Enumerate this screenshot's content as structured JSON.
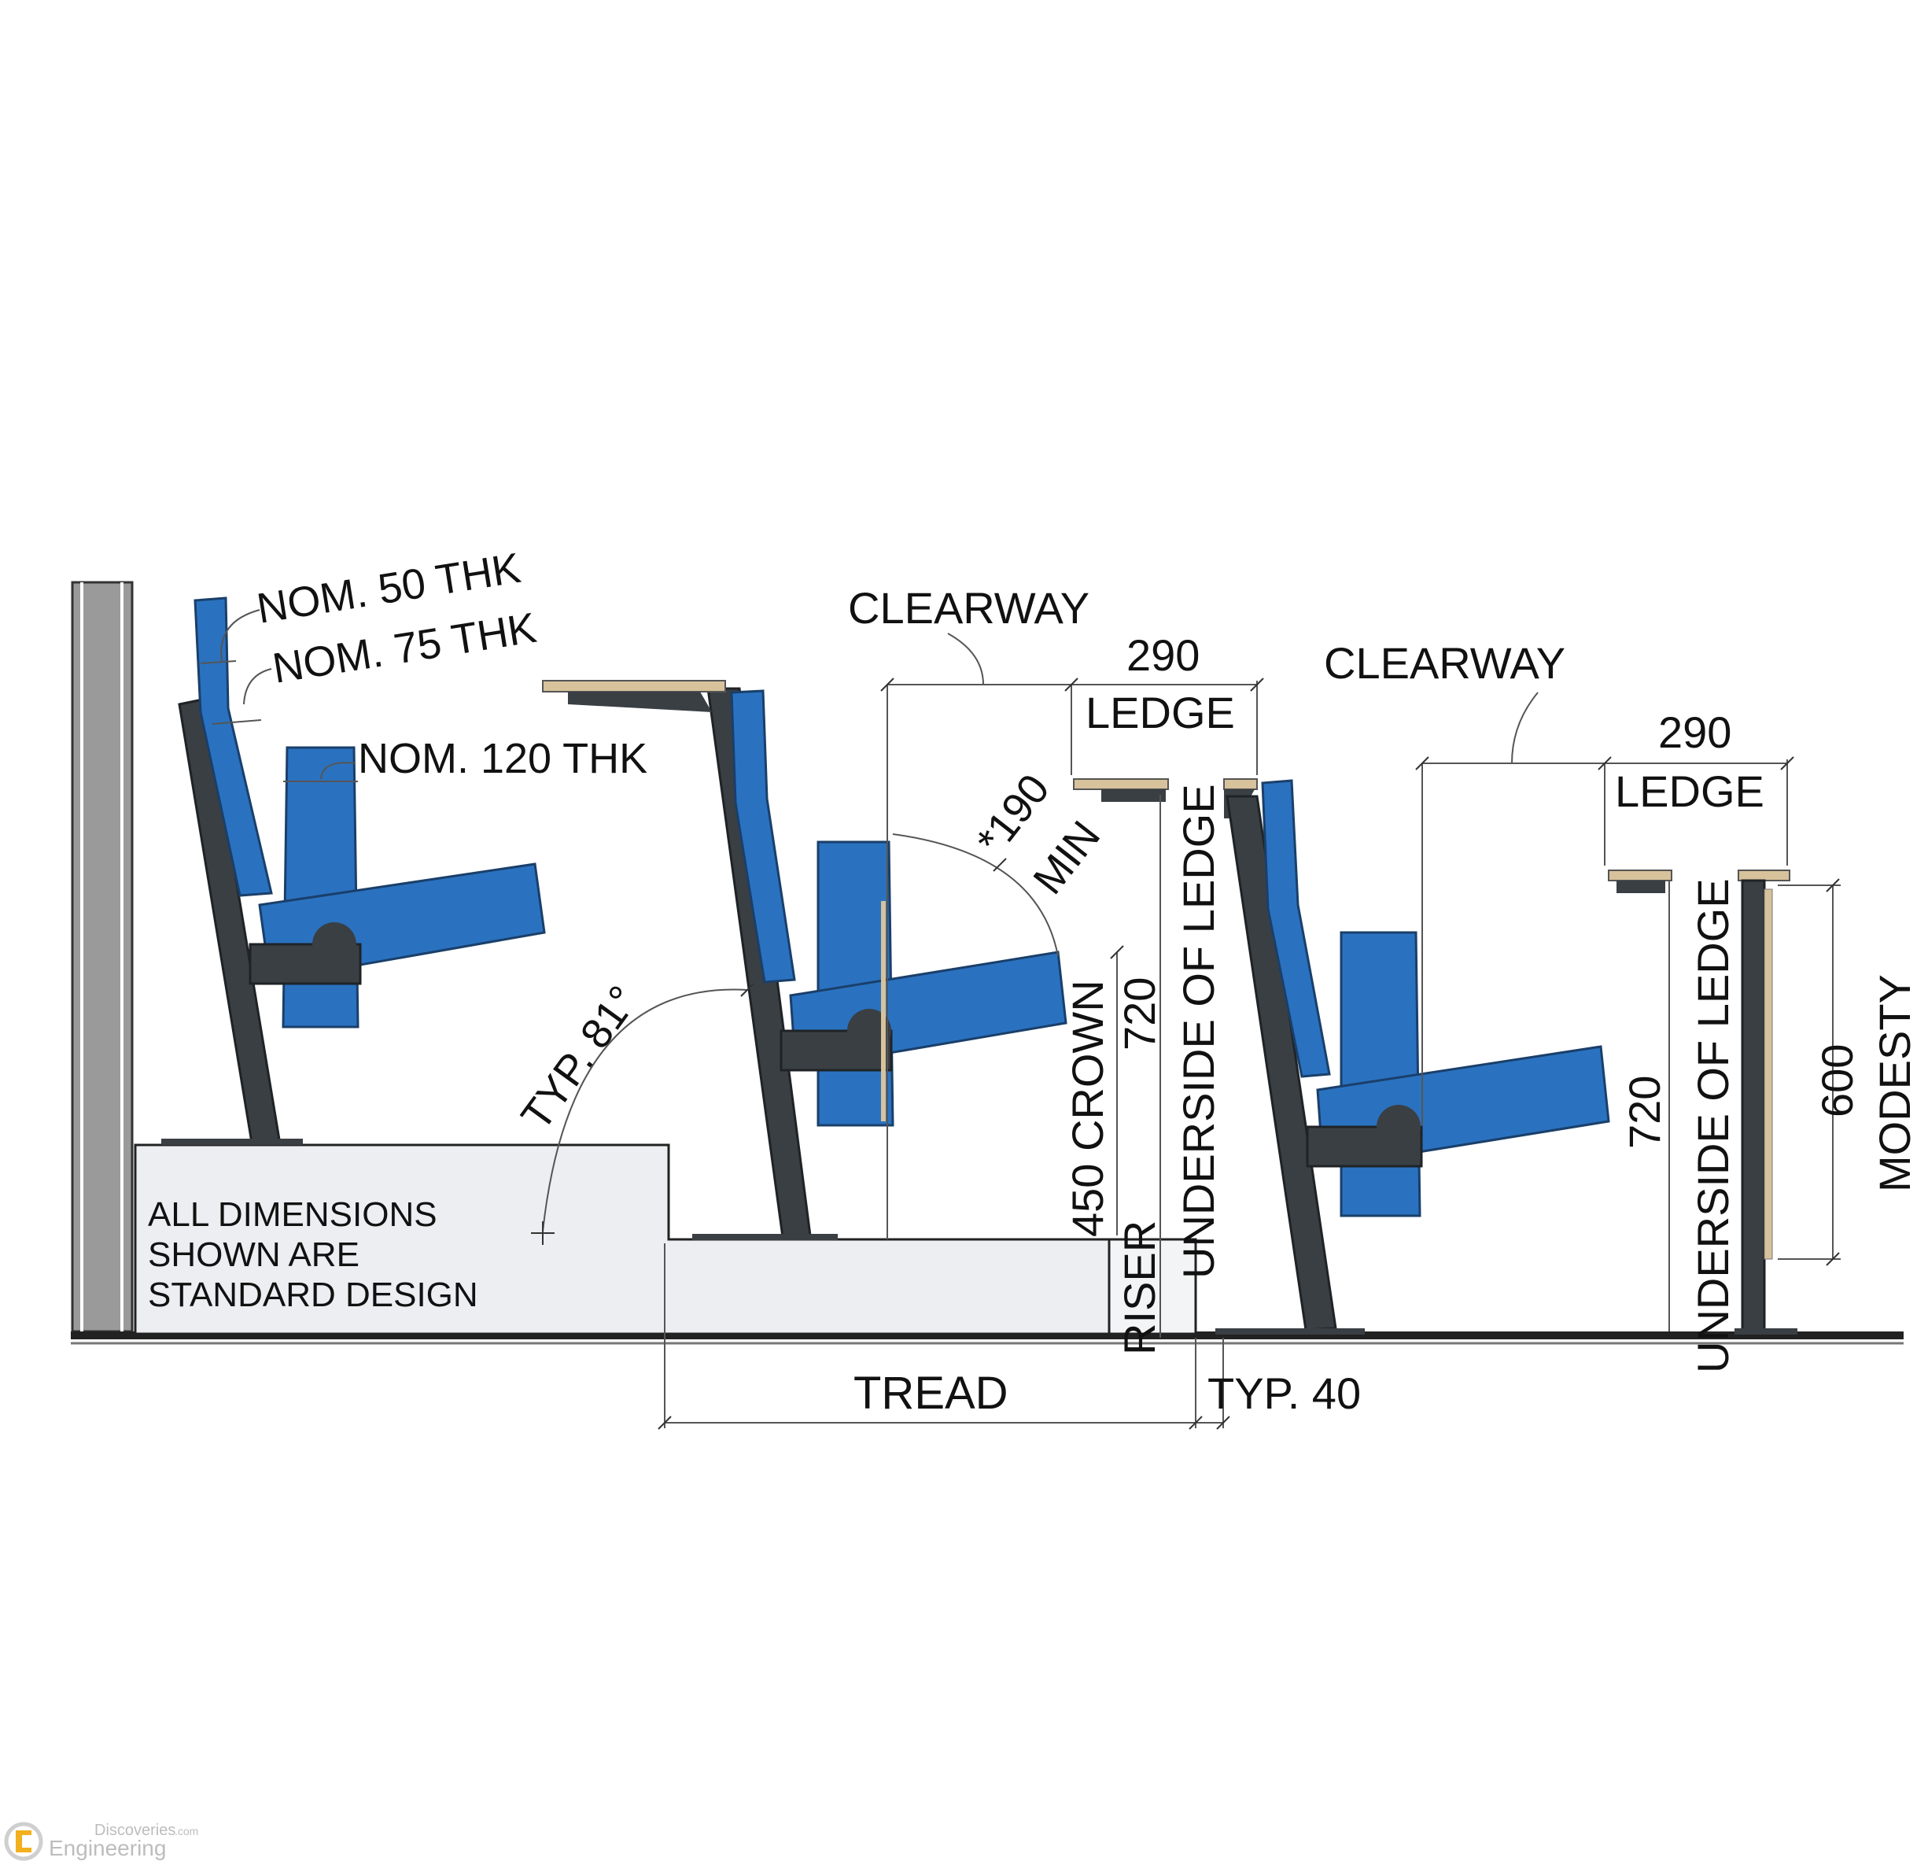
{
  "labels": {
    "nom50": "NOM. 50 THK",
    "nom75": "NOM. 75 THK",
    "nom120": "NOM. 120 THK",
    "clearway1": "CLEARWAY",
    "clearway2": "CLEARWAY",
    "w290_1": "290",
    "ledge1": "LEDGE",
    "w290_2": "290",
    "ledge2": "LEDGE",
    "min190_a": "*190",
    "min190_b": "MIN",
    "typ81": "TYP. 81°",
    "crown450": "450 CROWN",
    "h720_1": "720",
    "underside1": "UNDERSIDE OF LEDGE",
    "riser": "RISER",
    "tread": "TREAD",
    "typ40": "TYP. 40",
    "h720_2": "720",
    "underside2": "UNDERSIDE OF LEDGE",
    "h600": "600",
    "modesty": "MODESTY",
    "note_line1": "ALL DIMENSIONS",
    "note_line2": "SHOWN ARE",
    "note_line3": "STANDARD DESIGN"
  },
  "watermark": {
    "line1": "Discoveries",
    "line1_suffix": ".com",
    "line2": "Engineering"
  },
  "colors": {
    "seat": "#2a72c0",
    "frame": "#3a3f44",
    "ledge": "#d7c29b",
    "tier": "#eceef1",
    "wall": "#9a9a9a"
  }
}
